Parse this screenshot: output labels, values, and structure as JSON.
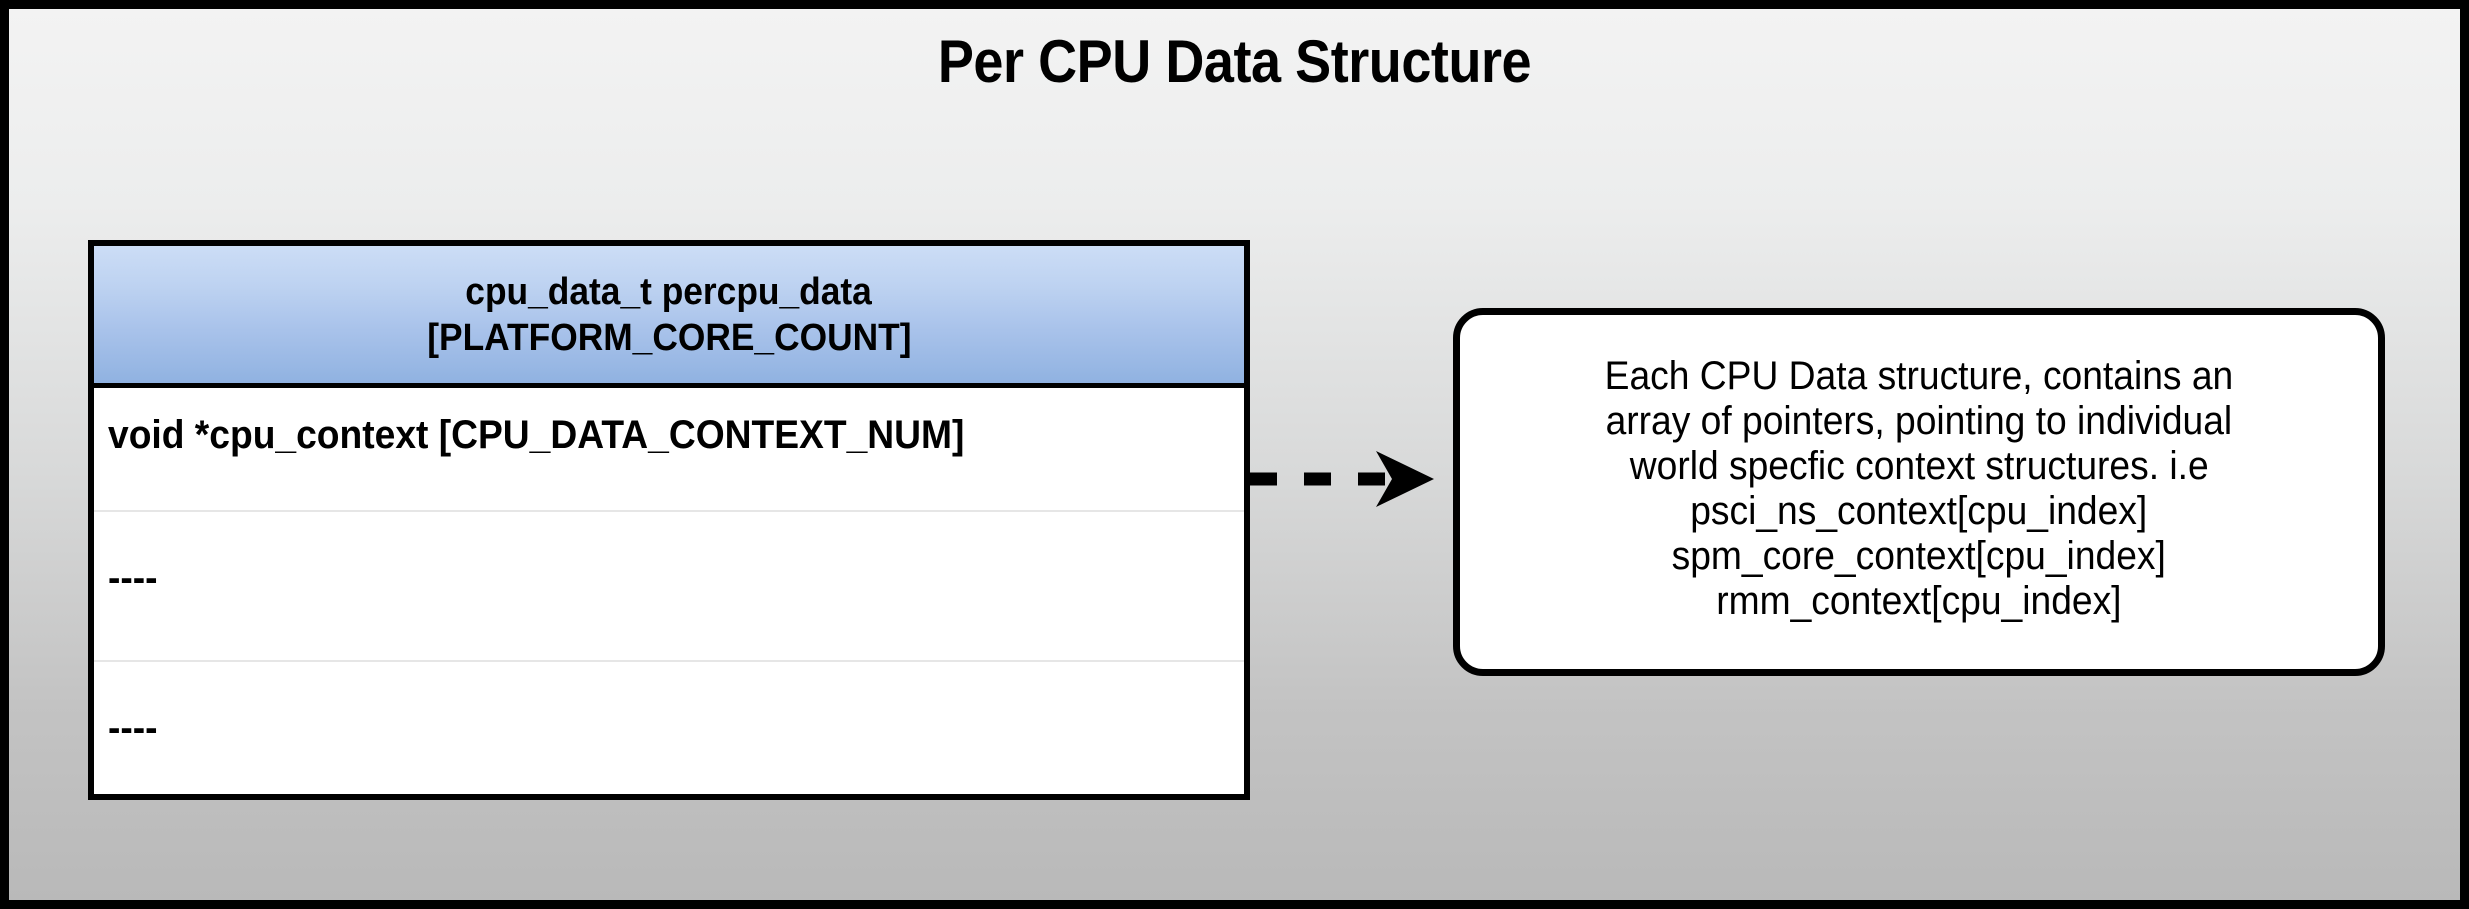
{
  "diagram": {
    "title": "Per CPU Data Structure",
    "background_top_color": "#f3f3f3",
    "background_bottom_color": "#b9b9b9",
    "border_color": "#000000"
  },
  "struct_table": {
    "header": {
      "line1": "cpu_data_t percpu_data",
      "line2": "[PLATFORM_CORE_COUNT]",
      "gradient_top_color": "#ccddf6",
      "gradient_bottom_color": "#90b2e1"
    },
    "rows": [
      {
        "label": "void *cpu_context [CPU_DATA_CONTEXT_NUM]"
      },
      {
        "label": "----"
      },
      {
        "label": "----"
      }
    ]
  },
  "connector": {
    "style": "dashed-arrow",
    "direction": "right",
    "color": "#000000"
  },
  "callout": {
    "lines": [
      "Each CPU Data structure, contains an",
      "array of pointers, pointing to individual",
      "world specfic context structures. i.e",
      "psci_ns_context[cpu_index]",
      "spm_core_context[cpu_index]",
      "rmm_context[cpu_index]"
    ]
  }
}
